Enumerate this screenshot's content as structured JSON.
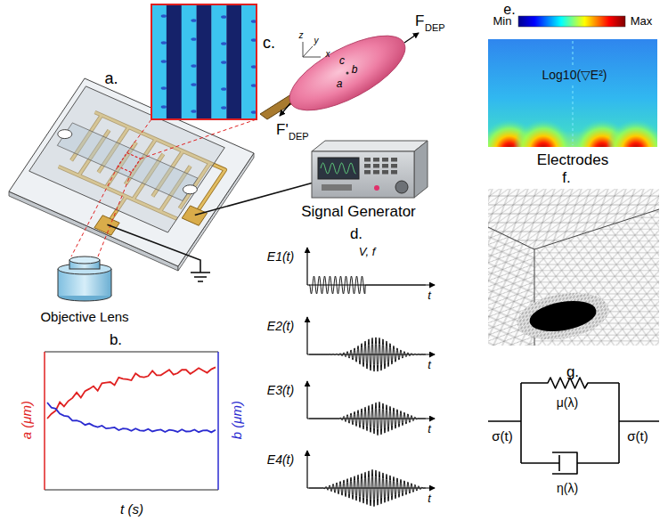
{
  "diagram": {
    "nodes": [
      {
        "text": [
          "Objective Lens"
        ]
      },
      {
        "text": [
          "Signal Generator"
        ]
      }
    ],
    "labels": [
      "a.",
      "c.",
      "F",
      "DEP",
      "F'",
      "DEP",
      "c",
      "b",
      "a",
      "z",
      "y",
      "x",
      "e.",
      "Min",
      "Max",
      "Log10(▽E²)",
      "Electrodes",
      "f.",
      "d.",
      "V, f",
      "E1(t)",
      "t",
      "E2(t)",
      "t",
      "E3(t)",
      "t",
      "E4(t)",
      "t",
      "b.",
      "a (μm)",
      "b (μm)",
      "t (s)",
      "g.",
      "μ(λ)",
      "η(λ)",
      "σ(t)",
      "σ(t)"
    ]
  }
}
